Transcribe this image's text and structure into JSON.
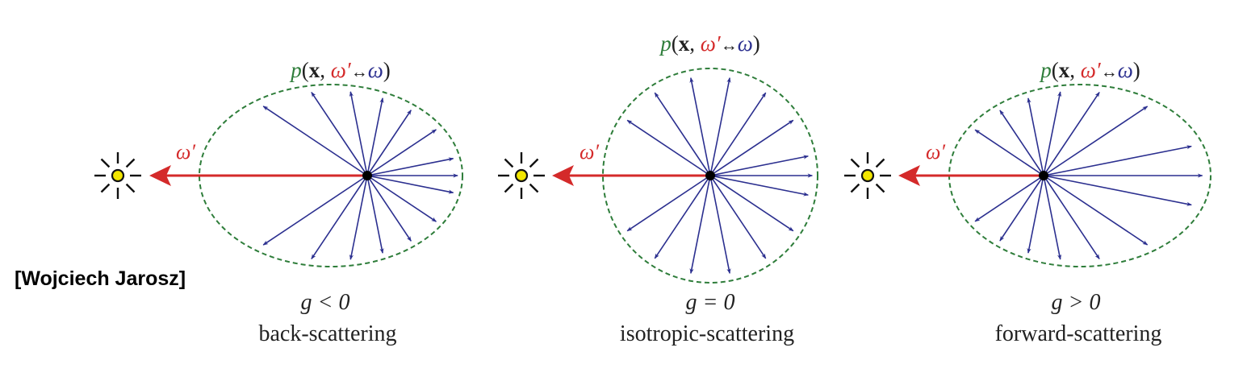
{
  "credit": "[Wojciech Jarosz]",
  "phase_function_label": {
    "p": "p",
    "open": "(",
    "x": "x",
    "comma": ", ",
    "omega_prime": "ω′",
    "arrow": "↔",
    "omega": "ω",
    "close": ")"
  },
  "incoming_label": "ω′",
  "colors": {
    "ellipse": "#2e7d3a",
    "scatter_arrows": "#2b2f8f",
    "incoming_arrow": "#d42a2a",
    "light_fill": "#f2e600",
    "function_p": "#2e7d3a",
    "text": "#222222"
  },
  "icons": {
    "light_source": "sun-light-source-icon",
    "scatter_point": "scattering-point-icon"
  },
  "panels": [
    {
      "g": "g < 0",
      "name": "back-scattering"
    },
    {
      "g": "g = 0",
      "name": "isotropic-scattering"
    },
    {
      "g": "g > 0",
      "name": "forward-scattering"
    }
  ]
}
